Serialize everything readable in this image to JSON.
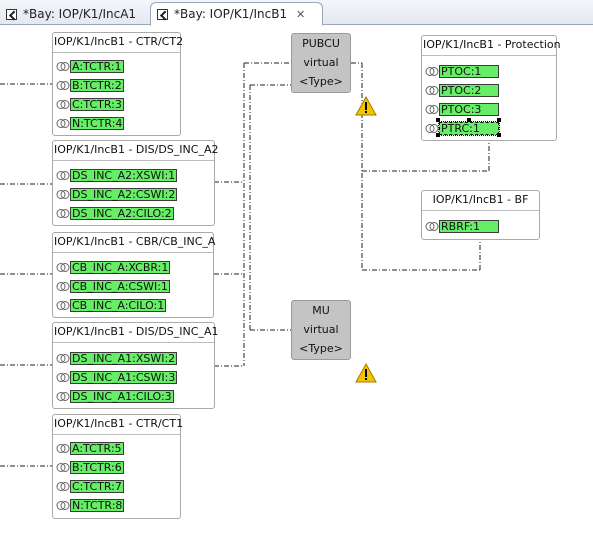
{
  "tabs": [
    {
      "label": "*Bay: IOP/K1/IncA1",
      "active": false
    },
    {
      "label": "*Bay: IOP/K1/IncB1",
      "active": true
    }
  ],
  "nodes": {
    "ctr_ct2": {
      "title": "IOP/K1/IncB1 - CTR/CT2",
      "items": [
        "A:TCTR:1",
        "B:TCTR:2",
        "C:TCTR:3",
        "N:TCTR:4"
      ]
    },
    "dis_a2": {
      "title": "IOP/K1/IncB1 - DIS/DS_INC_A2",
      "items": [
        "DS_INC_A2:XSWI:1",
        "DS_INC_A2:CSWI:2",
        "DS_INC_A2:CILO:2"
      ]
    },
    "cbr_a": {
      "title": "IOP/K1/IncB1 - CBR/CB_INC_A",
      "items": [
        "CB_INC_A:XCBR:1",
        "CB_INC_A:CSWI:1",
        "CB_INC_A:CILO:1"
      ]
    },
    "dis_a1": {
      "title": "IOP/K1/IncB1 - DIS/DS_INC_A1",
      "items": [
        "DS_INC_A1:XSWI:2",
        "DS_INC_A1:CSWI:3",
        "DS_INC_A1:CILO:3"
      ]
    },
    "ctr_ct1": {
      "title": "IOP/K1/IncB1 - CTR/CT1",
      "items": [
        "A:TCTR:5",
        "B:TCTR:6",
        "C:TCTR:7",
        "N:TCTR:8"
      ]
    },
    "protection": {
      "title": "IOP/K1/IncB1 - Protection",
      "items": [
        "PTOC:1",
        "PTOC:2",
        "PTOC:3",
        "PTRC:1"
      ]
    },
    "bf": {
      "title": "IOP/K1/IncB1 - BF",
      "items": [
        "RBRF:1"
      ]
    }
  },
  "virtual_nodes": {
    "pubcu": {
      "name": "PUBCU",
      "kind": "virtual",
      "type": "<Type>"
    },
    "mu": {
      "name": "MU",
      "kind": "virtual",
      "type": "<Type>"
    }
  },
  "colors": {
    "ln_fill": "#66ee66",
    "virtual_fill": "#c4c4c4",
    "warning": "#f5c400"
  }
}
